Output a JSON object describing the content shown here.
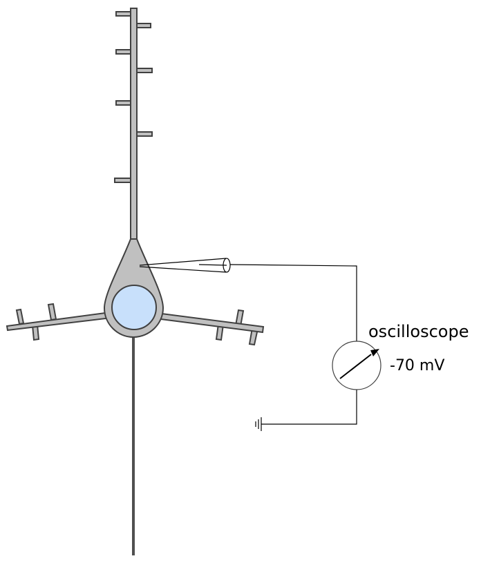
{
  "diagram": {
    "labels": {
      "instrument": "oscilloscope",
      "reading": "-70 mV"
    },
    "colors": {
      "neuron_fill": "#c0c0c0",
      "neuron_stroke": "#404040",
      "nucleus_fill": "#c8e0fb",
      "wire": "#000000"
    },
    "parts": [
      "apical-dendrite",
      "soma",
      "nucleus",
      "basal-dendrite-left",
      "basal-dendrite-right",
      "axon",
      "recording-electrode",
      "oscilloscope",
      "ground"
    ]
  }
}
